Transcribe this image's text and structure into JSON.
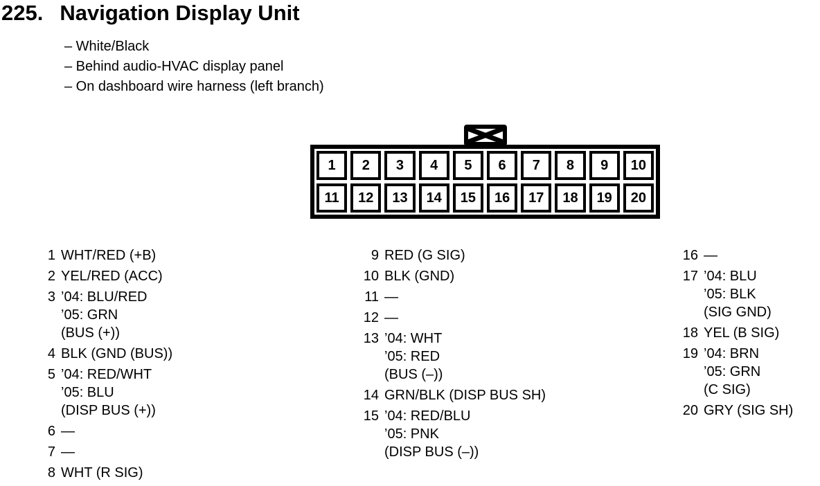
{
  "page": {
    "number": "225.",
    "title": "Navigation Display Unit",
    "notes": [
      "– White/Black",
      "– Behind audio-HVAC display panel",
      "– On dashboard wire harness (left branch)"
    ]
  },
  "connector": {
    "description": "20-pin connector, 2 rows, keyed tab on top",
    "cells": [
      "1",
      "2",
      "3",
      "4",
      "5",
      "6",
      "7",
      "8",
      "9",
      "10",
      "11",
      "12",
      "13",
      "14",
      "15",
      "16",
      "17",
      "18",
      "19",
      "20"
    ]
  },
  "pin_columns": [
    {
      "entries": [
        {
          "num": "1",
          "wire": "WHT/RED (+B)"
        },
        {
          "num": "2",
          "wire": "YEL/RED (ACC)"
        },
        {
          "num": "3",
          "wire": "’04: BLU/RED\n’05: GRN\n(BUS (+))"
        },
        {
          "num": "4",
          "wire": "BLK (GND (BUS))"
        },
        {
          "num": "5",
          "wire": "’04: RED/WHT\n’05: BLU\n(DISP BUS (+))"
        },
        {
          "num": "6",
          "wire": "—"
        },
        {
          "num": "7",
          "wire": "—"
        },
        {
          "num": "8",
          "wire": "WHT (R SIG)"
        }
      ]
    },
    {
      "entries": [
        {
          "num": "9",
          "wire": "RED (G SIG)"
        },
        {
          "num": "10",
          "wire": "BLK (GND)"
        },
        {
          "num": "11",
          "wire": "—"
        },
        {
          "num": "12",
          "wire": "—"
        },
        {
          "num": "13",
          "wire": "’04: WHT\n’05: RED\n(BUS (–))"
        },
        {
          "num": "14",
          "wire": "GRN/BLK (DISP BUS SH)"
        },
        {
          "num": "15",
          "wire": "’04: RED/BLU\n’05: PNK\n(DISP BUS (–))"
        }
      ]
    },
    {
      "entries": [
        {
          "num": "16",
          "wire": "—"
        },
        {
          "num": "17",
          "wire": "’04: BLU\n’05: BLK\n(SIG GND)"
        },
        {
          "num": "18",
          "wire": "YEL (B SIG)"
        },
        {
          "num": "19",
          "wire": "’04: BRN\n’05: GRN\n(C SIG)"
        },
        {
          "num": "20",
          "wire": "GRY (SIG SH)"
        }
      ]
    }
  ]
}
